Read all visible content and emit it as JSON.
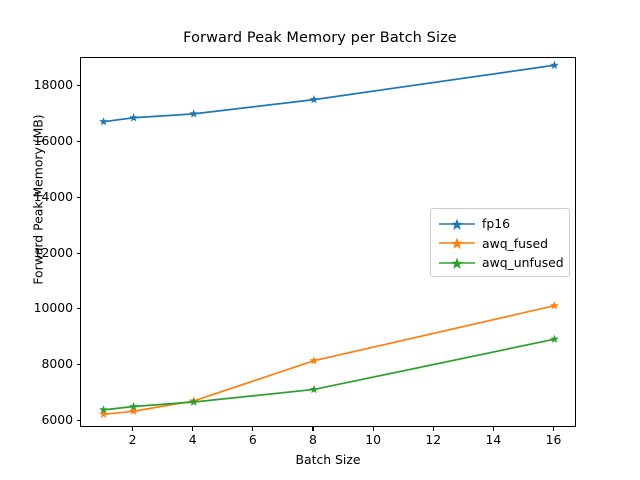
{
  "chart_data": {
    "type": "line",
    "title": "Forward Peak Memory per Batch Size",
    "xlabel": "Batch Size",
    "ylabel": "Forward Peak Memory (MB)",
    "x": [
      1,
      2,
      4,
      8,
      16
    ],
    "xlim": [
      0.25,
      16.75
    ],
    "ylim": [
      5770,
      19020
    ],
    "xticks": [
      2,
      4,
      6,
      8,
      10,
      12,
      14,
      16
    ],
    "xtick_labels": [
      "2",
      "4",
      "6",
      "8",
      "10",
      "12",
      "14",
      "16"
    ],
    "yticks": [
      6000,
      8000,
      10000,
      12000,
      14000,
      16000,
      18000
    ],
    "ytick_labels": [
      "6000",
      "8000",
      "10000",
      "12000",
      "14000",
      "16000",
      "18000"
    ],
    "grid": false,
    "legend_position": "center right",
    "marker": "star",
    "series": [
      {
        "name": "fp16",
        "color": "#1f77b4",
        "values": [
          16740,
          16880,
          17020,
          17530,
          18760
        ]
      },
      {
        "name": "awq_fused",
        "color": "#ff7f0e",
        "values": [
          6260,
          6370,
          6740,
          8180,
          10150
        ]
      },
      {
        "name": "awq_unfused",
        "color": "#2ca02c",
        "values": [
          6420,
          6540,
          6700,
          7150,
          8950
        ]
      }
    ]
  },
  "figure": {
    "background": "#ffffff",
    "axes_color": "#000000"
  }
}
